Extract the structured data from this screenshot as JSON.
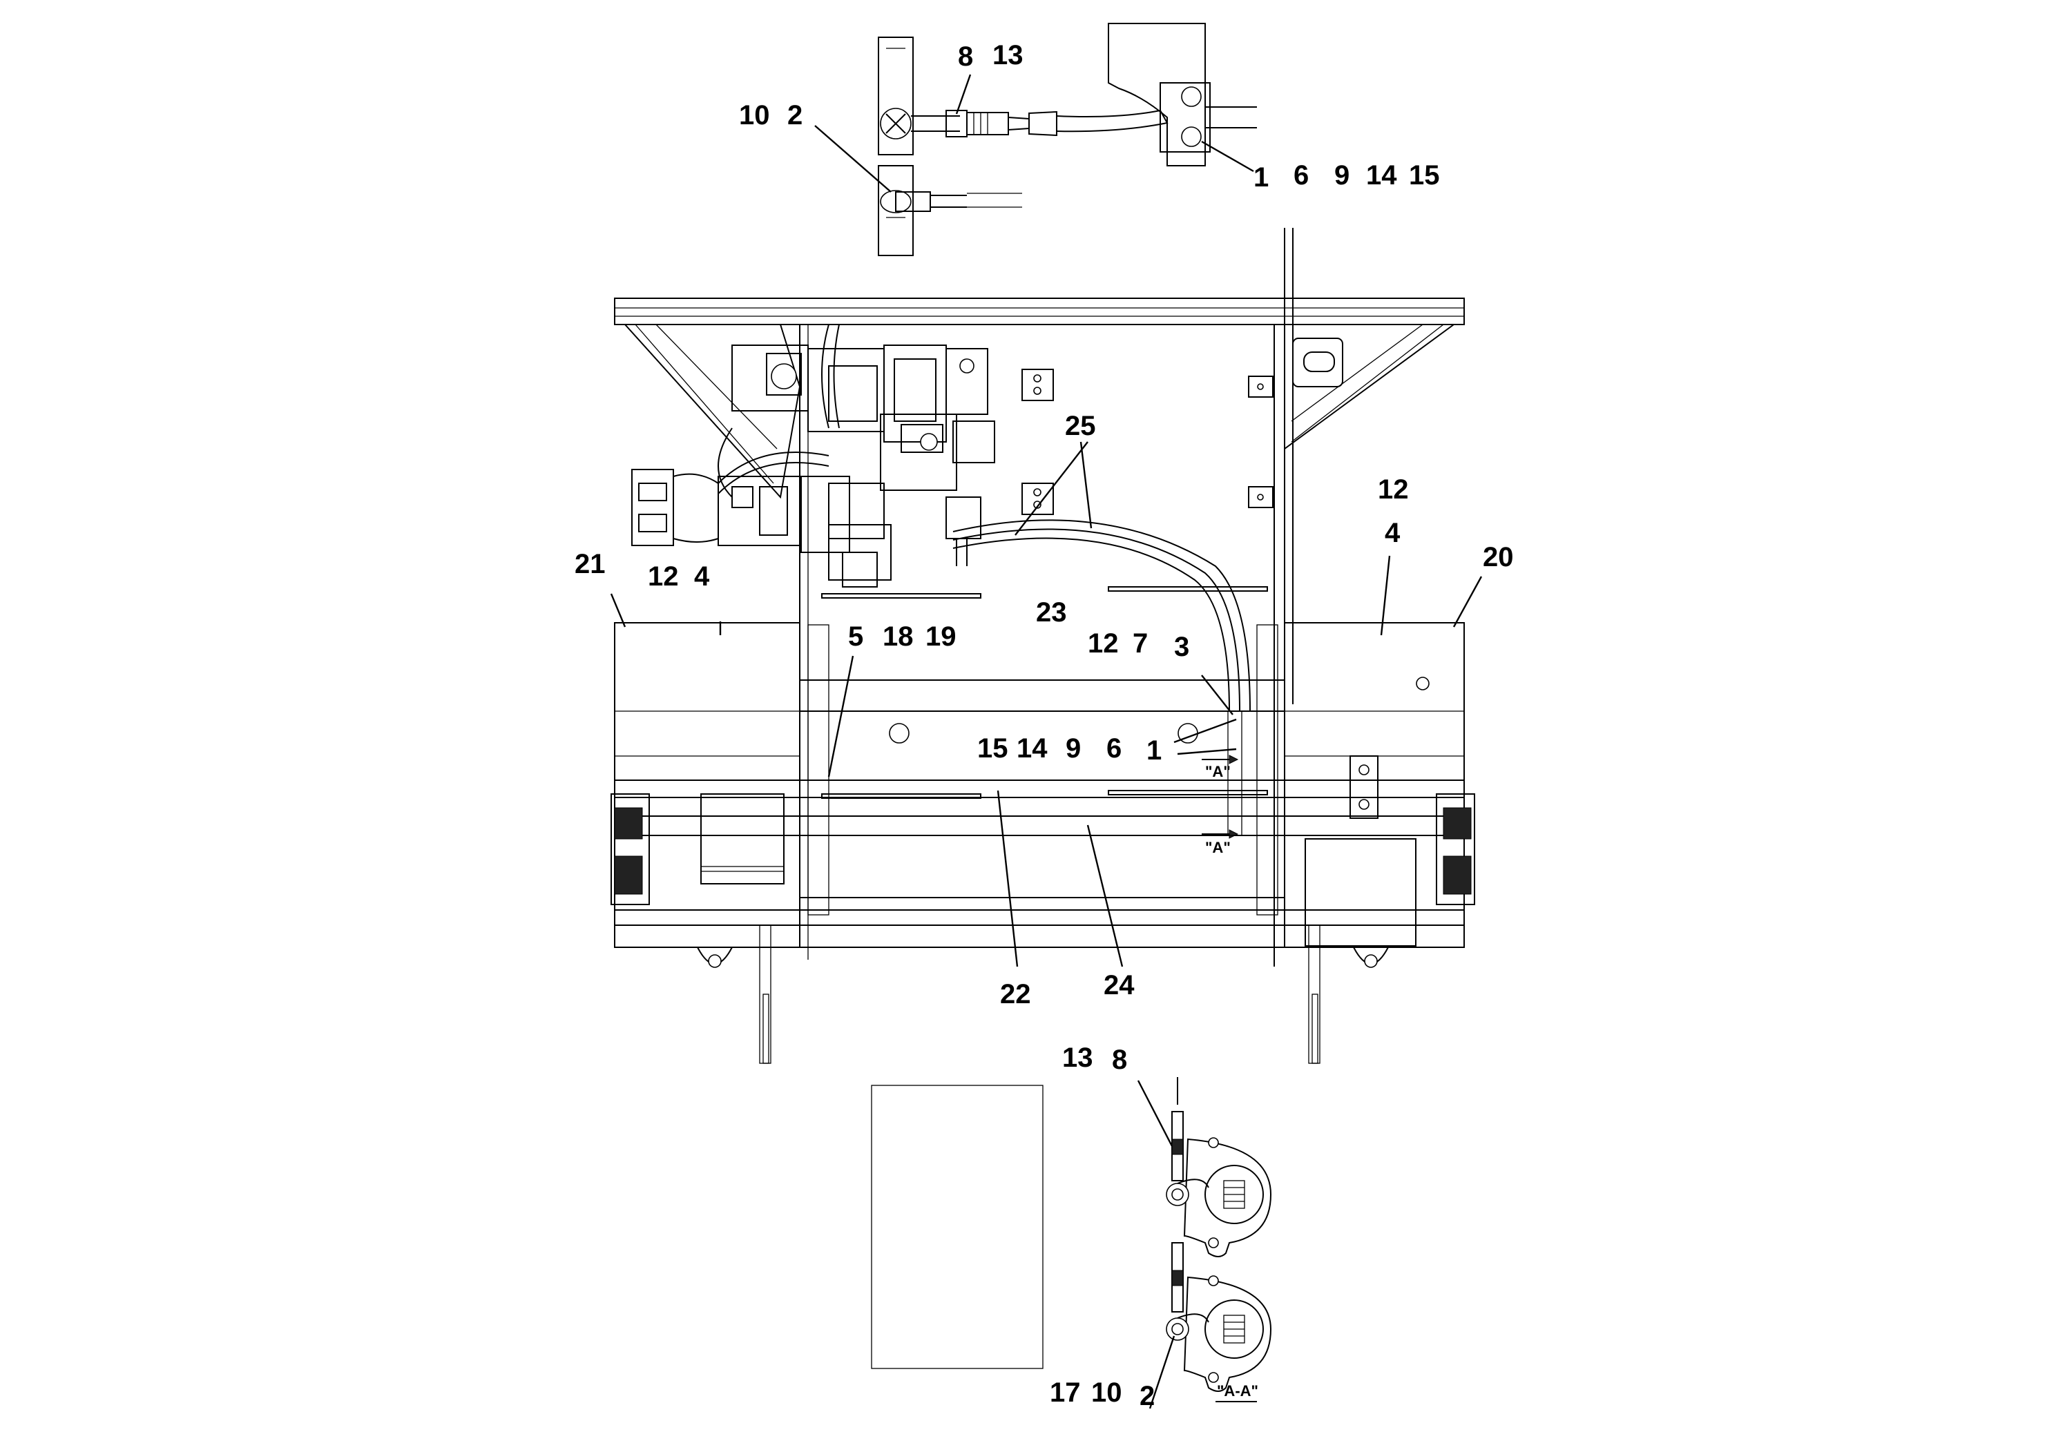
{
  "callouts": {
    "top_8": "8",
    "top_13": "13",
    "top_10": "10",
    "top_2": "2",
    "top_1": "1",
    "top_6": "6",
    "top_9": "9",
    "top_14": "14",
    "top_15": "15",
    "c25": "25",
    "r12": "12",
    "r4": "4",
    "c20": "20",
    "c21": "21",
    "l12": "12",
    "l4": "4",
    "c23": "23",
    "c5": "5",
    "c18": "18",
    "c19": "19",
    "m12": "12",
    "m7": "7",
    "m3": "3",
    "m15": "15",
    "m14": "14",
    "m9": "9",
    "m6": "6",
    "m1": "1",
    "c22": "22",
    "c24": "24",
    "b13": "13",
    "b8": "8",
    "b17": "17",
    "b10": "10",
    "b2": "2"
  },
  "section_labels": {
    "a_top": "\"A\"",
    "a_bottom": "\"A\"",
    "aa": "\"A-A\""
  }
}
